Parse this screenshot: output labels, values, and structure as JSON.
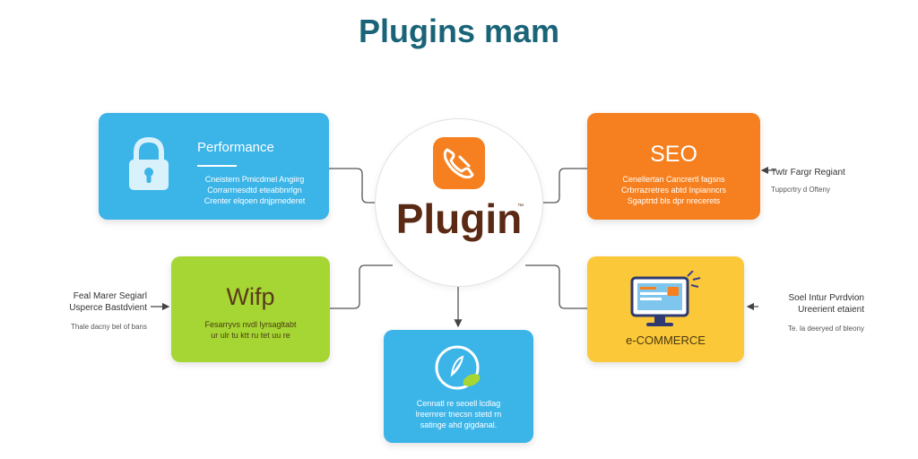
{
  "title": "Plugins mam",
  "center": {
    "label": "Plugin",
    "mark": "™",
    "icon": "phone-icon",
    "color": "#f6801f"
  },
  "boxes": {
    "performance": {
      "title": "Performance",
      "desc": "Cneistern Pmicdmel Angiirg\nCorrarrnesdtd eteabbnrlgn\nCrenter elqoen dnjprnederet",
      "icon": "lock-icon",
      "color": "#3bb4e8"
    },
    "seo": {
      "title": "SEO",
      "desc": "Cenellertan Cancrertl fagsns\nCrbrrazretres abtd Inpianncrs\nSgaptrtd bls dpr nrecerets",
      "color": "#f6801f"
    },
    "wifp": {
      "title": "Wifp",
      "desc": "Fesarryvs nvdl lyrsagltabt\nur ulr tu ktt ru tet uu re",
      "color": "#a6d633"
    },
    "ecommerce": {
      "title": "e-COMMERCE",
      "icon": "monitor-icon",
      "color": "#fbc83a"
    },
    "bottom": {
      "desc": "Cennatl re seoell lcdlag\nlreernrer tnecsn stetd rn\nsatinge ahd gigdanal.",
      "icon": "leaf-icon",
      "color": "#3bb4e8"
    }
  },
  "notes": {
    "left": {
      "line1": "Feal Marer Segiarl",
      "line2": "Usperce Bastdvient",
      "sub": "Thale dacny bel of bans"
    },
    "right_top": {
      "line1": "Twtr Fargr Regiant",
      "sub": "Tuppcrtry d Ofteny"
    },
    "right_bottom": {
      "line1": "Soel Intur Pvrdvion",
      "line2": "Ureerient etaient",
      "sub": "Te. la deeryed of bleony"
    }
  }
}
